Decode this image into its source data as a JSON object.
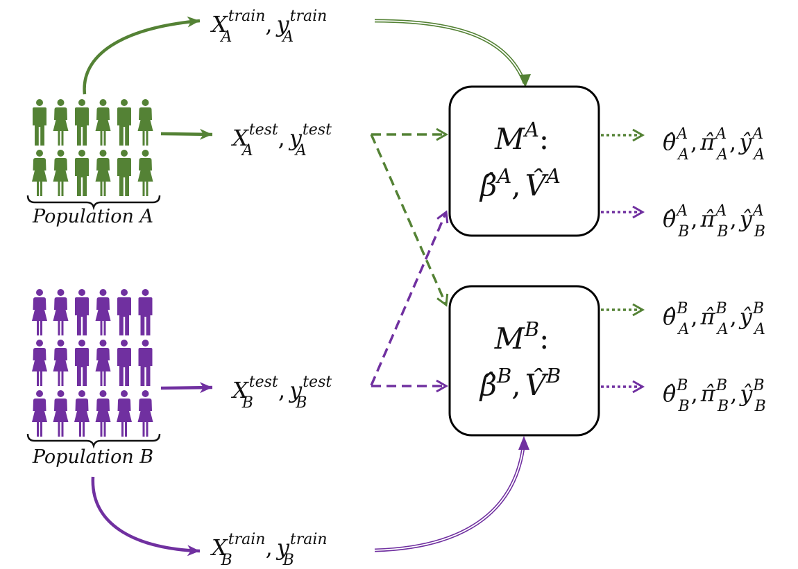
{
  "colors": {
    "population_a": "#548235",
    "population_b": "#7030a0",
    "text": "#111111",
    "box_border": "#000000"
  },
  "populations": {
    "a": {
      "label": "Population A",
      "figure_rows": 2,
      "figure_cols": 6
    },
    "b": {
      "label": "Population B",
      "figure_rows": 3,
      "figure_cols": 6
    }
  },
  "datasets": {
    "a_train": {
      "base": "X",
      "base_sub": "A",
      "base_sup": "train",
      "sep": ",",
      "resp": "y",
      "resp_sub": "A",
      "resp_sup": "train"
    },
    "a_test": {
      "base": "X",
      "base_sub": "A",
      "base_sup": "test",
      "sep": ",",
      "resp": "y",
      "resp_sub": "A",
      "resp_sup": "test"
    },
    "b_test": {
      "base": "X",
      "base_sub": "B",
      "base_sup": "test",
      "sep": ",",
      "resp": "y",
      "resp_sub": "B",
      "resp_sup": "test"
    },
    "b_train": {
      "base": "X",
      "base_sub": "B",
      "base_sup": "train",
      "sep": ",",
      "resp": "y",
      "resp_sub": "B",
      "resp_sup": "train"
    }
  },
  "models": {
    "a": {
      "name": "M",
      "sup": "A",
      "colon": ":",
      "beta": "β̂",
      "beta_sup": "A",
      "sep": ",",
      "v": "V̂",
      "v_sup": "A"
    },
    "b": {
      "name": "M",
      "sup": "B",
      "colon": ":",
      "beta": "β̂",
      "beta_sup": "B",
      "sep": ",",
      "v": "V̂",
      "v_sup": "B"
    }
  },
  "outputs": [
    {
      "theta": "θ̂",
      "pi": "π̂",
      "yhat": "ŷ",
      "model": "A",
      "pop": "A",
      "sep": ","
    },
    {
      "theta": "θ̂",
      "pi": "π̂",
      "yhat": "ŷ",
      "model": "A",
      "pop": "B",
      "sep": ","
    },
    {
      "theta": "θ̂",
      "pi": "π̂",
      "yhat": "ŷ",
      "model": "B",
      "pop": "A",
      "sep": ","
    },
    {
      "theta": "θ̂",
      "pi": "π̂",
      "yhat": "ŷ",
      "model": "B",
      "pop": "B",
      "sep": ","
    }
  ]
}
